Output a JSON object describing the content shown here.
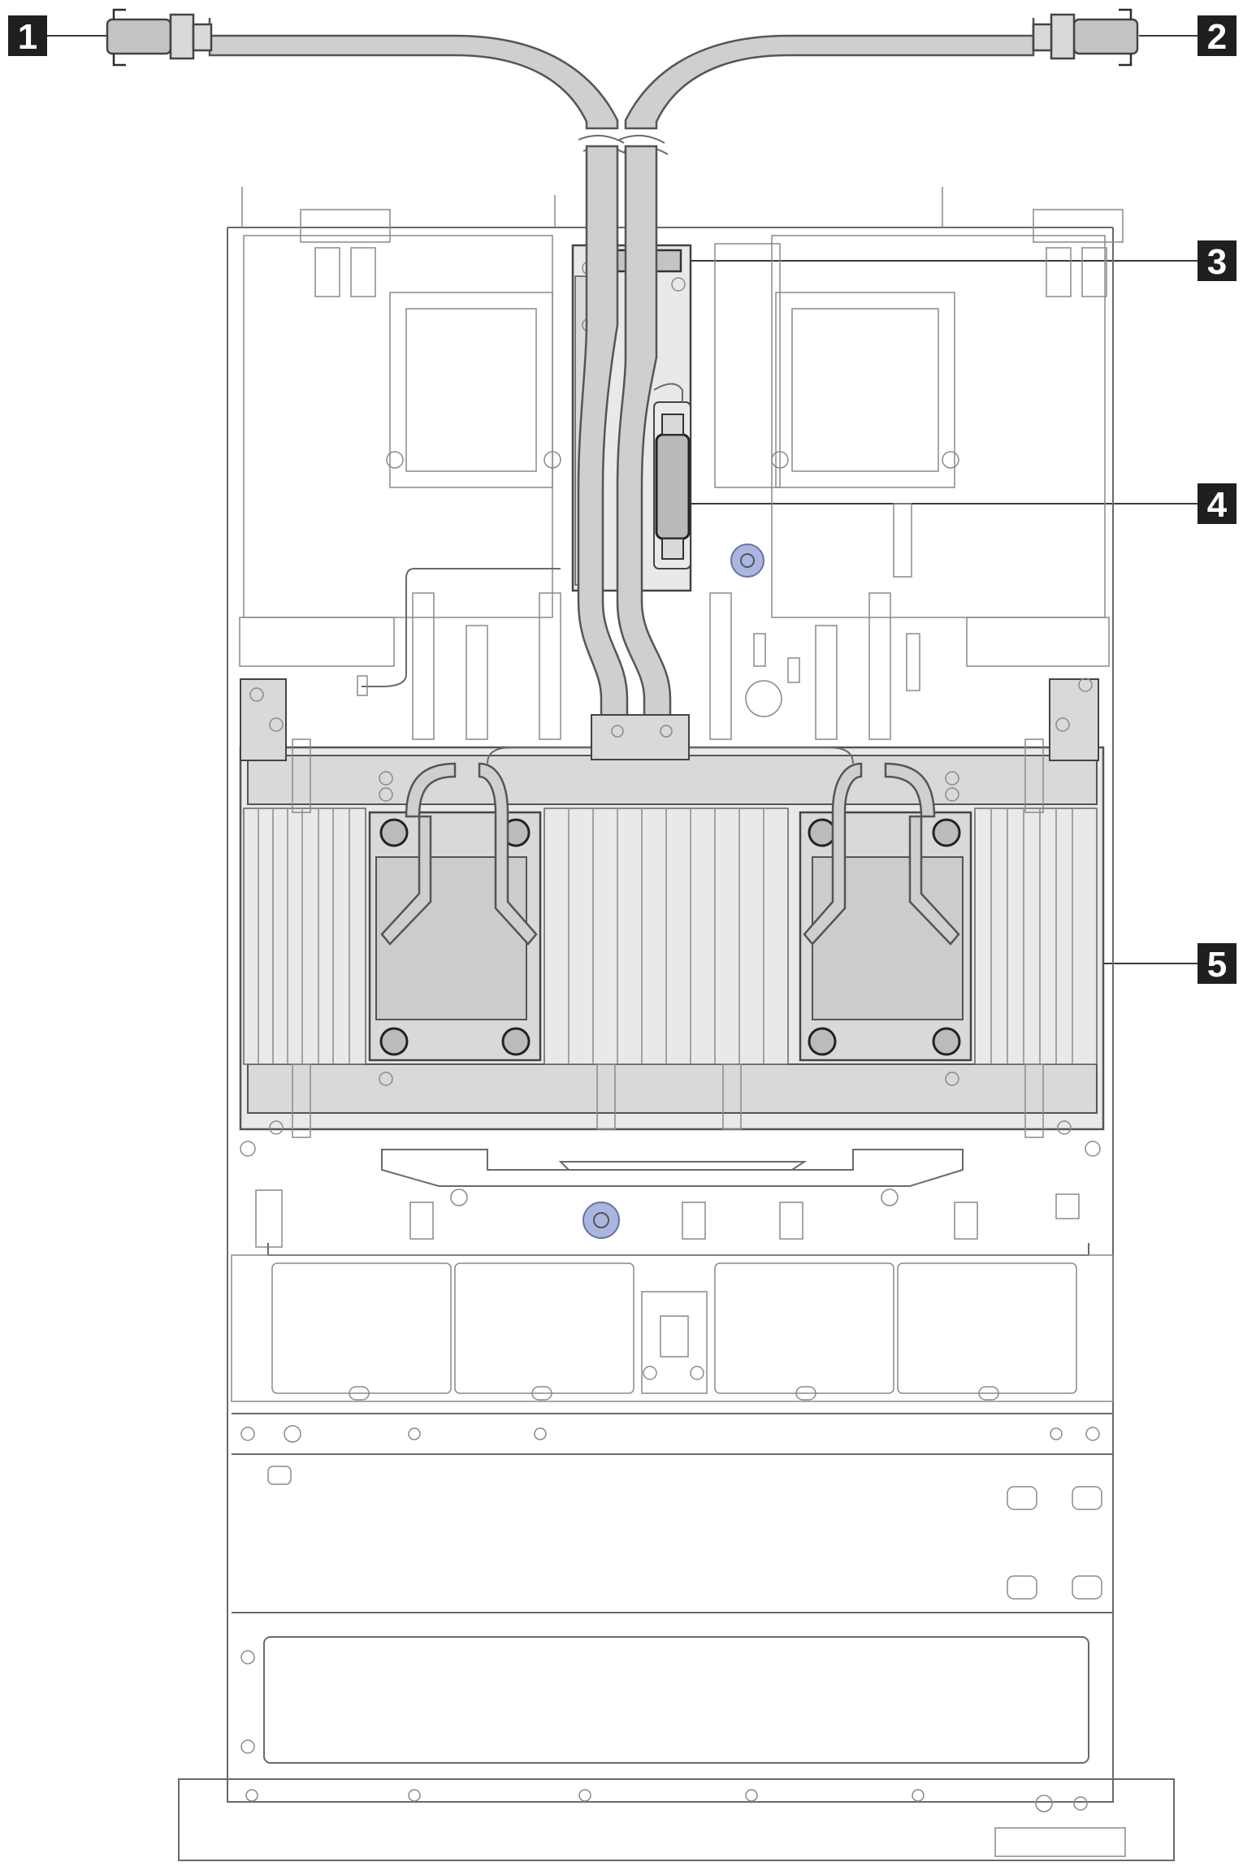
{
  "callouts": [
    {
      "label": "1",
      "target": "hose-connector-left"
    },
    {
      "label": "2",
      "target": "hose-connector-right"
    },
    {
      "label": "3",
      "target": "hose-holder"
    },
    {
      "label": "4",
      "target": "leak-sensor-module"
    },
    {
      "label": "5",
      "target": "processor-cold-plate-assembly"
    }
  ],
  "colors": {
    "callout_fill": "#1f1f1f",
    "callout_text": "#ffffff",
    "line": "#6a6a6a",
    "component_fill": "#d9d9d9",
    "screw_accent": "#aab6e0"
  }
}
